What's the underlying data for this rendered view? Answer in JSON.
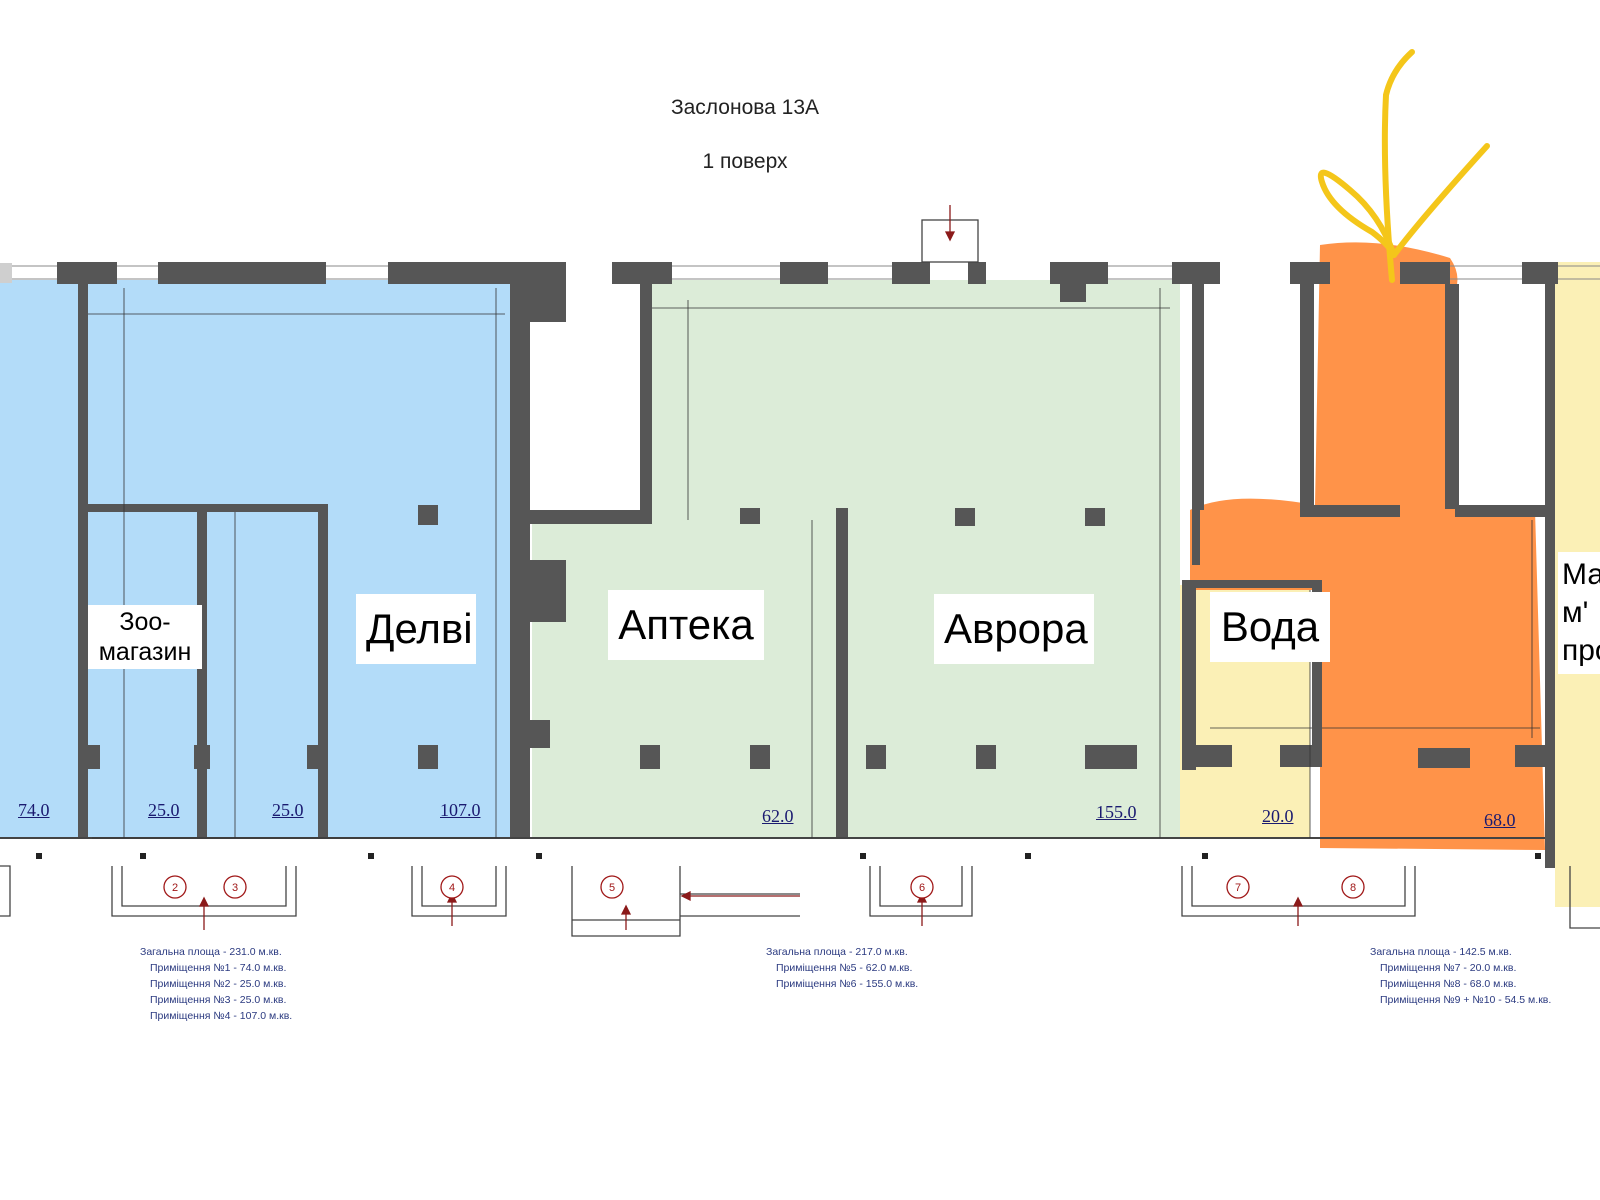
{
  "header": {
    "address": "Заслонова 13А",
    "floor": "1 поверх"
  },
  "rooms": {
    "r1": {
      "area": "74.0"
    },
    "zoo": {
      "label_line1": "Зоо-",
      "label_line2": "магазин"
    },
    "r2": {
      "area": "25.0"
    },
    "r3": {
      "area": "25.0"
    },
    "delvi": {
      "label": "Делві",
      "area": "107.0"
    },
    "apteka": {
      "label": "Аптека",
      "area": "62.0"
    },
    "avrora": {
      "label": "Аврора",
      "area": "155.0"
    },
    "voda": {
      "label": "Вода",
      "area": "20.0"
    },
    "r8": {
      "area": "68.0"
    },
    "right": {
      "label_line1": "Ма",
      "label_line2": "м'",
      "label_line3": "про"
    }
  },
  "entrances": [
    "2",
    "3",
    "4",
    "5",
    "6",
    "7",
    "8"
  ],
  "summaries": {
    "left": [
      "Загальна площа - 231.0 м.кв.",
      "Приміщення №1 - 74.0 м.кв.",
      "Приміщення №2 - 25.0 м.кв.",
      "Приміщення №3 - 25.0 м.кв.",
      "Приміщення №4 - 107.0 м.кв."
    ],
    "middle": [
      "Загальна площа - 217.0 м.кв.",
      "Приміщення №5 - 62.0 м.кв.",
      "Приміщення №6 - 155.0 м.кв."
    ],
    "right": [
      "Загальна площа - 142.5 м.кв.",
      "Приміщення №7 - 20.0 м.кв.",
      "Приміщення №8 - 68.0 м.кв.",
      "Приміщення №9 + №10 - 54.5 м.кв."
    ]
  },
  "colors": {
    "blue_zone": "#b3dcf9",
    "green_zone": "#dcecd8",
    "yellow_zone": "#fbf0b6",
    "orange_highlight": "#ff8a3a",
    "arrow_marker": "#f4c61a",
    "wall": "#565656"
  }
}
